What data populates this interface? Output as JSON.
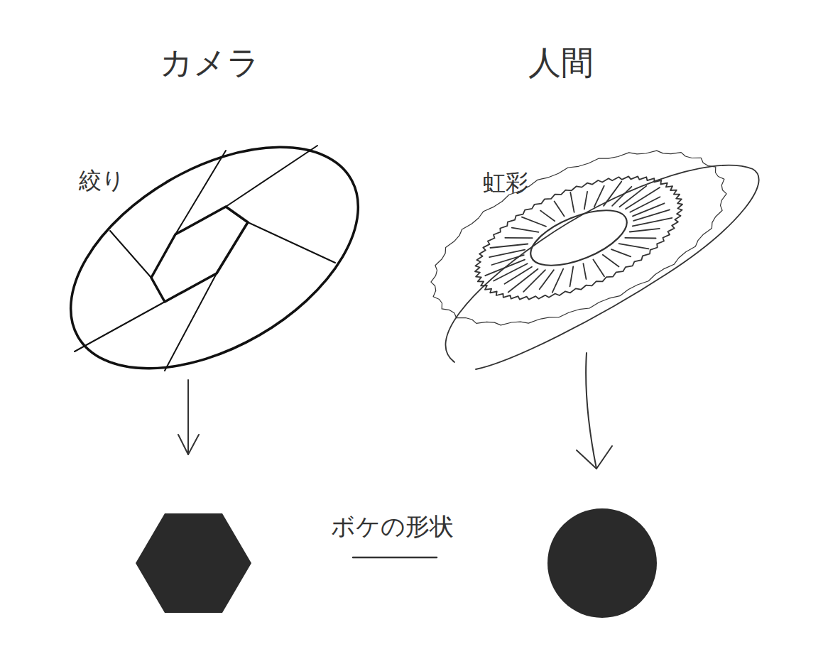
{
  "diagram": {
    "labels": [
      "カメラ",
      "人間",
      "絞り",
      "虹彩",
      "ボケの形状"
    ]
  }
}
